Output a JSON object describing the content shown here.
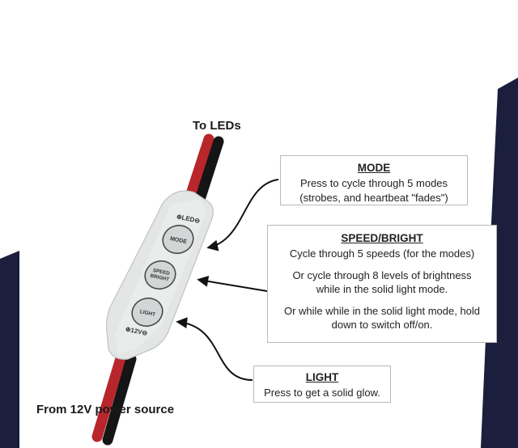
{
  "colors": {
    "navy": "#1b1f3d",
    "wire_red": "#b8262b",
    "wire_black": "#151515",
    "controller_body": "#e4e6e6",
    "button_face": "#d3d6d6"
  },
  "labels": {
    "to_leds": "To LEDs",
    "from_power": "From 12V power source"
  },
  "device": {
    "led_port": "⊕LED⊖",
    "power_port": "⊕12V⊖",
    "button_mode": "MODE",
    "button_speed_l1": "SPEED",
    "button_speed_l2": "BRIGHT",
    "button_light": "LIGHT"
  },
  "callouts": {
    "mode": {
      "title": "MODE",
      "line1": "Press to cycle through 5 modes",
      "line2": "(strobes, and heartbeat \"fades\")"
    },
    "speed": {
      "title": "SPEED/BRIGHT",
      "line1": "Cycle through 5 speeds (for the modes)",
      "line2": "Or cycle through 8 levels of brightness",
      "line3": "while in the solid light mode.",
      "line4": "Or while while in the solid light mode, hold",
      "line5": "down to switch off/on."
    },
    "light": {
      "title": "LIGHT",
      "line1": "Press to get a solid glow."
    }
  }
}
